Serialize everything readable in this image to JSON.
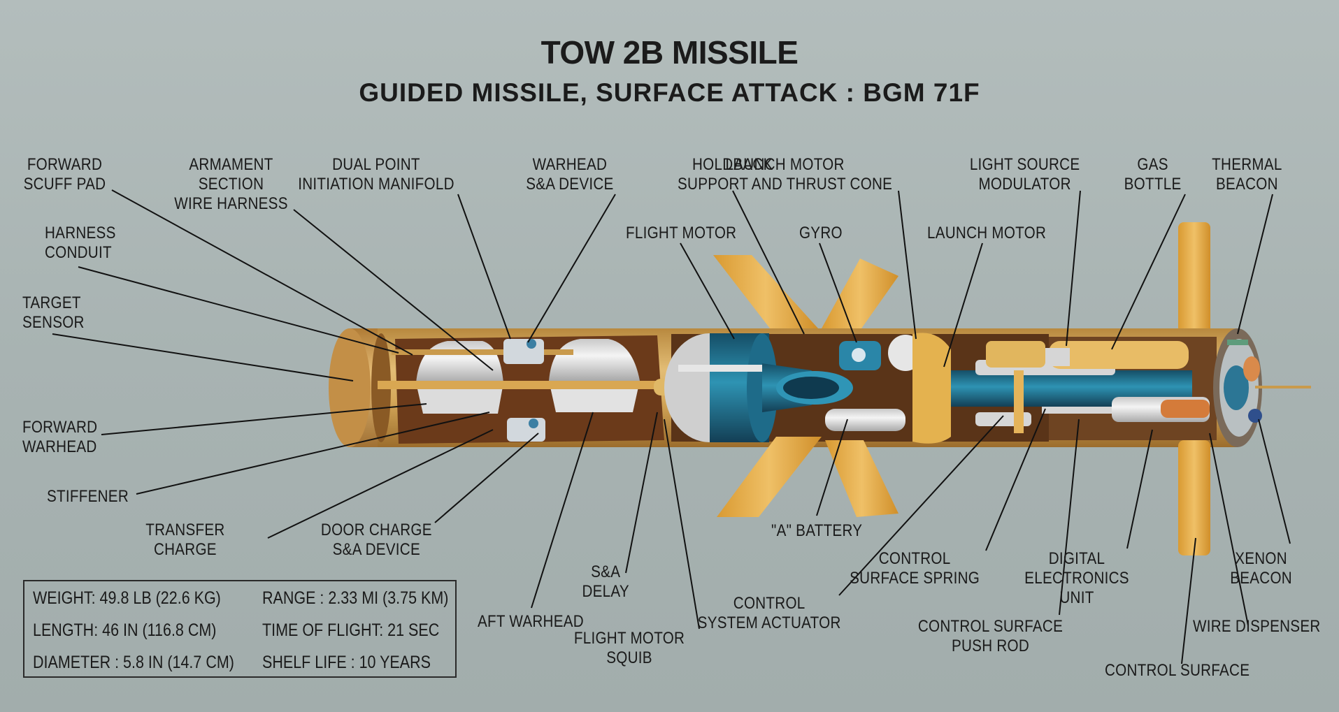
{
  "title": "TOW 2B MISSILE",
  "subtitle": "GUIDED  MISSILE,  SURFACE  ATTACK :  BGM  71F",
  "labels": {
    "forward_scuff_pad": [
      "FORWARD",
      "SCUFF PAD"
    ],
    "armament_section_wire_harness": [
      "ARMAMENT",
      "SECTION",
      "WIRE HARNESS"
    ],
    "dual_point_initiation_manifold": [
      "DUAL POINT",
      "INITIATION  MANIFOLD"
    ],
    "warhead_sa_device": [
      "WARHEAD",
      "S&A   DEVICE"
    ],
    "holdback": [
      "HOLDBACK"
    ],
    "launch_motor_support": [
      "LAUNCH MOTOR",
      "SUPPORT AND  THRUST CONE"
    ],
    "light_source_modulator": [
      "LIGHT SOURCE",
      "MODULATOR"
    ],
    "gas_bottle": [
      "GAS",
      "BOTTLE"
    ],
    "thermal_beacon": [
      "THERMAL",
      "BEACON"
    ],
    "harness_conduit": [
      "HARNESS",
      "CONDUIT"
    ],
    "flight_motor": [
      "FLIGHT MOTOR"
    ],
    "gyro": [
      "GYRO"
    ],
    "launch_motor": [
      "LAUNCH MOTOR"
    ],
    "target_sensor": [
      "TARGET",
      "SENSOR"
    ],
    "forward_warhead": [
      "FORWARD",
      "WARHEAD"
    ],
    "stiffener": [
      "STIFFENER"
    ],
    "transfer_charge": [
      "TRANSFER",
      "CHARGE"
    ],
    "door_charge_sa_device": [
      "DOOR  CHARGE",
      "S&A   DEVICE"
    ],
    "a_battery": [
      "\"A\"  BATTERY"
    ],
    "sa_delay": [
      "S&A",
      "DELAY"
    ],
    "aft_warhead": [
      "AFT WARHEAD"
    ],
    "flight_motor_squib": [
      "FLIGHT MOTOR",
      "SQUIB"
    ],
    "control_system_actuator": [
      "CONTROL",
      "SYSTEM ACTUATOR"
    ],
    "control_surface_spring": [
      "CONTROL",
      "SURFACE SPRING"
    ],
    "digital_electronics_unit": [
      "DIGITAL",
      "ELECTRONICS",
      "UNIT"
    ],
    "xenon_beacon": [
      "XENON",
      "BEACON"
    ],
    "control_surface_push_rod": [
      "CONTROL  SURFACE",
      "PUSH ROD"
    ],
    "wire_dispenser": [
      "WIRE DISPENSER"
    ],
    "control_surface": [
      "CONTROL SURFACE"
    ]
  },
  "specs": {
    "weight": "WEIGHT: 49.8 LB (22.6 KG)",
    "range": "RANGE : 2.33 MI  (3.75 KM)",
    "length": "LENGTH: 46 IN (116.8 CM)",
    "time_of_flight": "TIME OF FLIGHT: 21 SEC",
    "diameter": "DIAMETER : 5.8 IN (14.7 CM)",
    "shelf_life": "SHELF LIFE : 10 YEARS"
  },
  "colors": {
    "background": "#aab5b3",
    "tan_body": "#c9a05c",
    "gold": "#e0b04a",
    "teal": "#1f6f8c",
    "dark_brown": "#6b3a1a",
    "white_parts": "#e8e8e8"
  }
}
